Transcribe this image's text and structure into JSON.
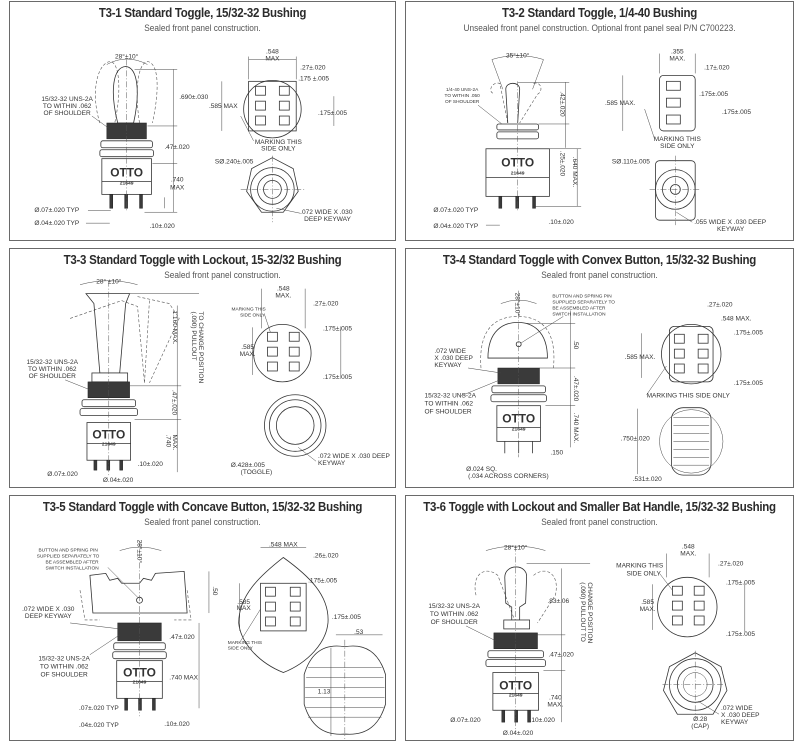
{
  "panels": [
    {
      "id": "T3-1",
      "title": "T3-1 Standard Toggle, 15/32-32 Bushing",
      "subtitle": "Sealed front panel construction.",
      "labels": {
        "angle": "28°±10°",
        "thread": [
          "15/32-32 UNS-2A",
          "TO WITHIN .062",
          "OF SHOULDER"
        ],
        "handle_height": ".690±.030",
        "bushing_height": ".47±.020",
        "body_height": [
          ".740",
          "MAX"
        ],
        "pin_dia_1": "Ø.07±.020 TYP",
        "pin_dia_2": "Ø.04±.020 TYP",
        "pin_len": ".10±.020",
        "otto": "OTTO",
        "part_no": "21649",
        "top_width": [
          ".548",
          "MAX"
        ],
        "term_spacing_x": ".27±.020",
        "term_offset": ".175 ±.005",
        "top_height": ".585 MAX",
        "term_spacing_y": ".175±.005",
        "marking": [
          "MARKING THIS",
          "SIDE ONLY"
        ],
        "sphere_dia": "SØ.240±.005",
        "keyway": [
          ".072 WIDE X .030",
          "DEEP KEYWAY"
        ]
      }
    },
    {
      "id": "T3-2",
      "title": "T3-2 Standard Toggle, 1/4-40 Bushing",
      "subtitle": "Unsealed front panel construction. Optional front panel seal P/N C700223.",
      "labels": {
        "angle": "35°±10°",
        "thread": [
          "1/4-40 UNS-2A",
          "TO WITHIN .050",
          "OF SHOULDER"
        ],
        "handle_height": ".42±.020",
        "bushing_height": ".25±.020",
        "body_height": ".640 MAX.",
        "pin_dia_1": "Ø.07±.020 TYP",
        "pin_dia_2": "Ø.04±.020 TYP",
        "pin_len": ".10±.020",
        "otto": "OTTO",
        "part_no": "21649",
        "top_width": [
          ".355",
          "MAX."
        ],
        "term_spacing_x": ".17±.020",
        "term_offset": ".175±.005",
        "top_height": ".585 MAX.",
        "term_spacing_y": ".175±.005",
        "marking": [
          "MARKING THIS",
          "SIDE ONLY"
        ],
        "sphere_dia": "SØ.110±.005",
        "keyway": [
          ".055 WIDE X .030 DEEP",
          "KEYWAY"
        ]
      }
    },
    {
      "id": "T3-3",
      "title": "T3-3 Standard Toggle with Lockout, 15-32/32 Bushing",
      "subtitle": "Sealed front panel construction.",
      "labels": {
        "angle": "28° ±10°",
        "thread": [
          "15/32-32 UNS-2A",
          "TO WITHIN .062",
          "OF SHOULDER"
        ],
        "handle_height": "1.160 MAX.",
        "pullout": [
          "(.090) PULLOUT",
          "TO CHANGE POSITION"
        ],
        "bushing_height": ".47±.020",
        "body_height": [
          ".740",
          "MAX."
        ],
        "pin_dia_1": "Ø.07±.020",
        "pin_dia_2": "Ø.04±.020",
        "pin_len": ".10±.020",
        "otto": "OTTO",
        "part_no": "21649",
        "top_width": [
          ".548",
          "MAX."
        ],
        "term_spacing_x": ".27±.020",
        "term_offset": ".175±.005",
        "top_height": [
          ".585",
          "MAX."
        ],
        "term_spacing_y": ".175±.005",
        "marking": [
          "MARKING THIS",
          "SIDE ONLY"
        ],
        "toggle_dia": [
          "Ø.428±.005",
          "(TOGGLE)"
        ],
        "keyway": [
          ".072 WIDE X .030 DEEP",
          "KEYWAY"
        ]
      }
    },
    {
      "id": "T3-4",
      "title": "T3-4 Standard Toggle with Convex Button, 15/32-32 Bushing",
      "subtitle": "Sealed front panel construction.",
      "labels": {
        "angle": "28°±10°",
        "button_note": [
          "BUTTON AND SPRING PIN",
          "SUPPLIED SEPARATELY TO",
          "BE ASSEMBLED AFTER",
          "SWITCH INSTALLATION"
        ],
        "keyway": [
          ".072 WIDE",
          "X .030 DEEP",
          "KEYWAY"
        ],
        "thread": [
          "15/32-32 UNS-2A",
          "TO WITHIN .062",
          "OF SHOULDER"
        ],
        "handle_height": ".50",
        "bushing_height": ".47±.020",
        "body_height": ".740 MAX.",
        "pin_len": ".150",
        "pin_size": [
          "Ø.024 SQ.",
          "(.034 ACROSS CORNERS)"
        ],
        "otto": "OTTO",
        "part_no": "21649",
        "term_spacing_x": ".27±.020",
        "top_width": ".548 MAX.",
        "term_offset": ".175±.005",
        "top_height": ".585 MAX.",
        "term_spacing_y": ".175±.005",
        "marking": "MARKING THIS SIDE ONLY",
        "button_height": ".750±.020",
        "button_width": ".531±.020"
      }
    },
    {
      "id": "T3-5",
      "title": "T3-5 Standard Toggle with Concave Button, 15/32-32 Bushing",
      "subtitle": "Sealed front panel construction.",
      "labels": {
        "angle": "28°±10°",
        "button_note": [
          "BUTTON AND SPRING PIN",
          "SUPPLIED SEPARATELY TO",
          "BE ASSEMBLED AFTER",
          "SWITCH INSTALLATION"
        ],
        "keyway": [
          ".072 WIDE X .030",
          "DEEP KEYWAY"
        ],
        "thread": [
          "15/32-32 UNS-2A",
          "TO WITHIN .062",
          "OF SHOULDER"
        ],
        "handle_height": ".50",
        "bushing_height": ".47±.020",
        "body_height": ".740 MAX",
        "pin_dia_1": ".07±.020 TYP",
        "pin_dia_2": ".04±.020 TYP",
        "pin_len": ".10±.020",
        "otto": "OTTO",
        "part_no": "21649",
        "top_width": ".548 MAX",
        "term_spacing_x": ".26±.020",
        "term_offset": ".175±.005",
        "top_height": [
          ".585",
          "MAX"
        ],
        "term_spacing_y": ".175±.005",
        "marking": [
          "MARKING THIS",
          "SIDE ONLY"
        ],
        "button_width": ".53",
        "button_height": "1.13"
      }
    },
    {
      "id": "T3-6",
      "title": "T3-6 Toggle with Lockout and Smaller Bat Handle, 15/32-32 Bushing",
      "subtitle": "Sealed front panel construction.",
      "labels": {
        "angle": "28°±10°",
        "thread": [
          "15/32-32 UNS-2A",
          "TO WITHIN .062",
          "OF SHOULDER"
        ],
        "handle_height": ".83±.06",
        "pullout": [
          "(.090) PULLOUT TO",
          "CHANGE POSITION"
        ],
        "bushing_height": ".47±.020",
        "body_height": [
          ".740",
          "MAX."
        ],
        "pin_dia_1": "Ø.07±.020",
        "pin_dia_2": "Ø.04±.020",
        "pin_len": ".10±.020",
        "otto": "OTTO",
        "part_no": "21649",
        "top_width": [
          ".548",
          "MAX."
        ],
        "term_spacing_x": ".27±.020",
        "term_offset": ".175±.005",
        "top_height": [
          ".585",
          "MAX."
        ],
        "term_spacing_y": ".175±.005",
        "marking": [
          "MARKING THIS",
          "SIDE ONLY"
        ],
        "cap_dia": [
          "Ø.28",
          "(CAP)"
        ],
        "keyway": [
          ".072 WIDE",
          "X .030 DEEP",
          "KEYWAY"
        ]
      }
    }
  ]
}
